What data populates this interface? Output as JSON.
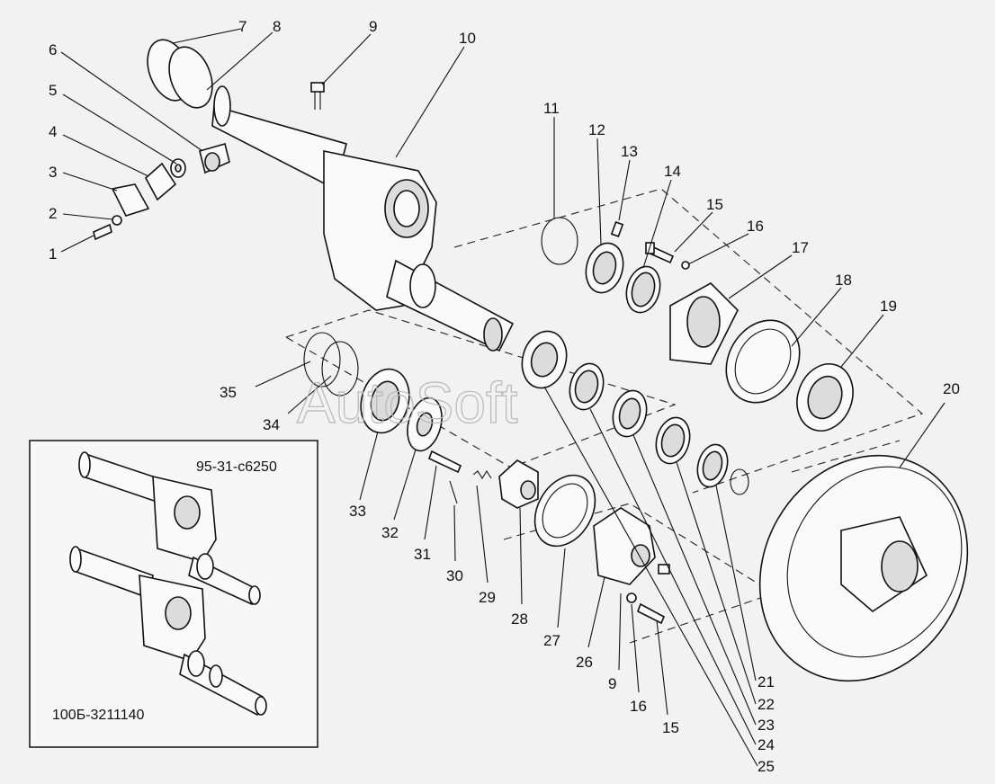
{
  "callouts": [
    "1",
    "2",
    "3",
    "4",
    "5",
    "6",
    "7",
    "8",
    "9",
    "10",
    "11",
    "12",
    "13",
    "14",
    "15",
    "16",
    "17",
    "18",
    "19",
    "20",
    "21",
    "22",
    "23",
    "24",
    "25",
    "26",
    "27",
    "28",
    "9",
    "16",
    "15",
    "29",
    "30",
    "31",
    "32",
    "33",
    "34",
    "35"
  ],
  "inset": {
    "variant_a_code": "95-31-с6250",
    "variant_b_code": "100Б-3211140"
  },
  "watermark": "AutoSoft"
}
